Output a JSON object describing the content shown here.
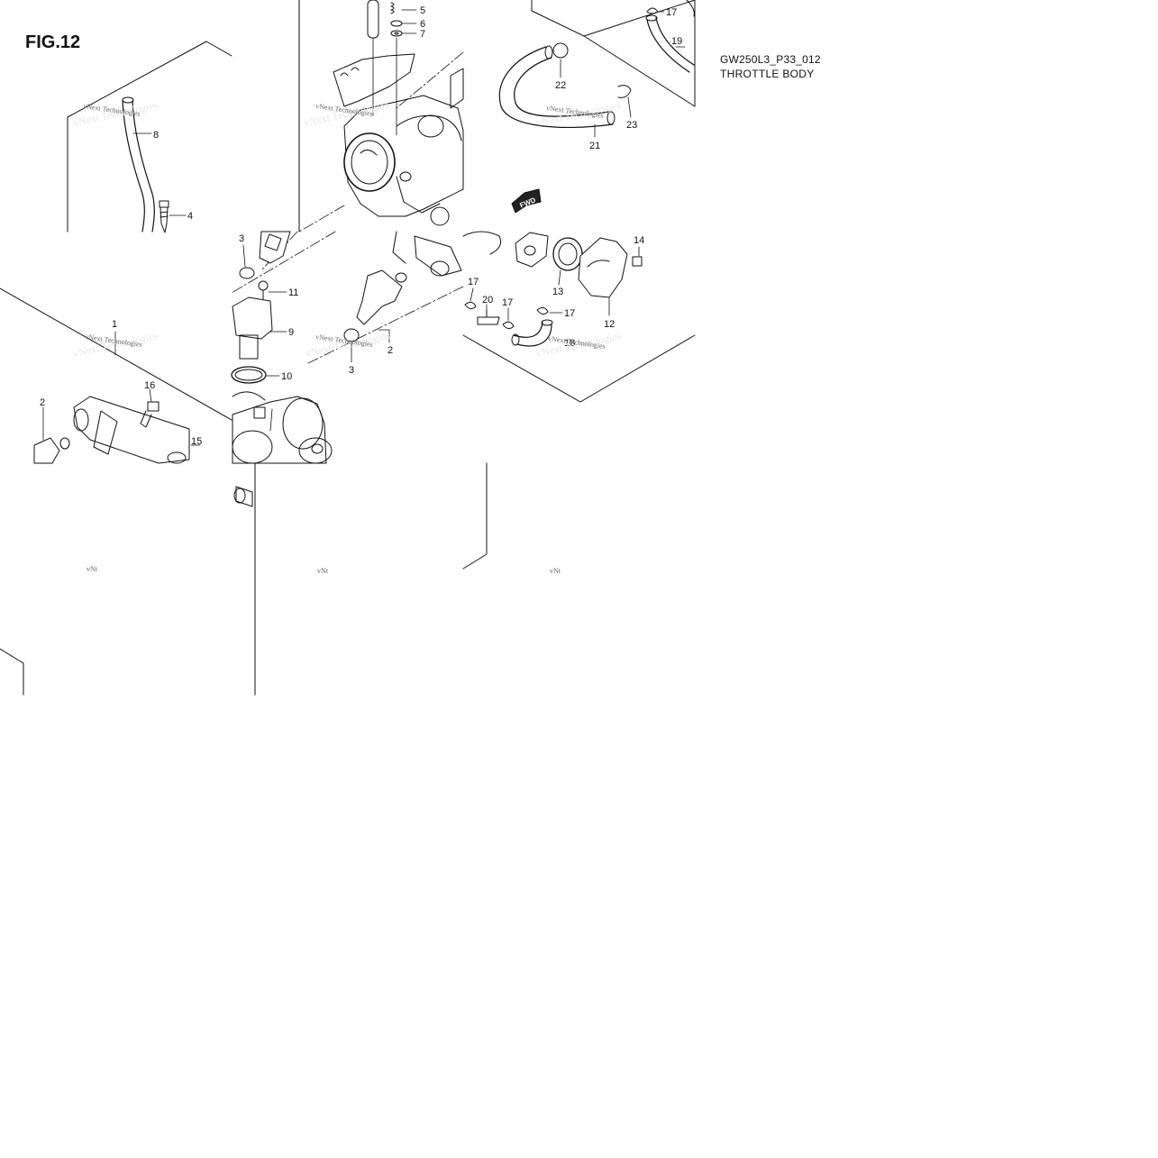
{
  "diagram": {
    "figure_label": "FIG.12",
    "drawing_code": "GW250L3_P33_012",
    "drawing_name": "THROTTLE BODY",
    "watermark": "vNext Technologies",
    "watermark_fragment": "vNt",
    "fwd_arrow_label": "FWD",
    "callouts": [
      {
        "id": "c5",
        "text": "5"
      },
      {
        "id": "c6",
        "text": "6"
      },
      {
        "id": "c7",
        "text": "7"
      },
      {
        "id": "c17a",
        "text": "17"
      },
      {
        "id": "c19",
        "text": "19"
      },
      {
        "id": "c22",
        "text": "22"
      },
      {
        "id": "c23",
        "text": "23"
      },
      {
        "id": "c21",
        "text": "21"
      },
      {
        "id": "c8",
        "text": "8"
      },
      {
        "id": "c4",
        "text": "4"
      },
      {
        "id": "c3a",
        "text": "3"
      },
      {
        "id": "c11",
        "text": "11"
      },
      {
        "id": "c9",
        "text": "9"
      },
      {
        "id": "c10",
        "text": "10"
      },
      {
        "id": "c2a",
        "text": "2"
      },
      {
        "id": "c3b",
        "text": "3"
      },
      {
        "id": "c14",
        "text": "14"
      },
      {
        "id": "c13",
        "text": "13"
      },
      {
        "id": "c12",
        "text": "12"
      },
      {
        "id": "c17b",
        "text": "17"
      },
      {
        "id": "c20",
        "text": "20"
      },
      {
        "id": "c17c",
        "text": "17"
      },
      {
        "id": "c17d",
        "text": "17"
      },
      {
        "id": "c18",
        "text": "18"
      },
      {
        "id": "c1",
        "text": "1"
      },
      {
        "id": "c16",
        "text": "16"
      },
      {
        "id": "c2b",
        "text": "2"
      },
      {
        "id": "c15",
        "text": "15"
      }
    ]
  }
}
